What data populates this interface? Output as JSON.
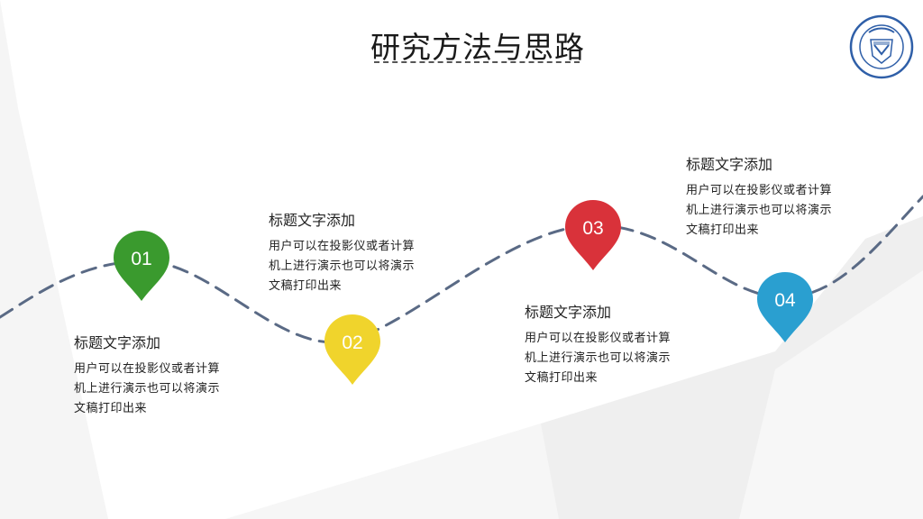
{
  "page": {
    "title": "研究方法与思路"
  },
  "logo": {
    "icon": "university-seal-icon",
    "color": "#2f5fa8"
  },
  "steps": [
    {
      "number": "01",
      "color": "#3a9a2e",
      "heading": "标题文字添加",
      "lines": [
        "用户可以在投影仪或者计算",
        "机上进行演示也可以将演示",
        "文稿打印出来"
      ]
    },
    {
      "number": "02",
      "color": "#f0d42c",
      "heading": "标题文字添加",
      "lines": [
        "用户可以在投影仪或者计算",
        "机上进行演示也可以将演示",
        "文稿打印出来"
      ]
    },
    {
      "number": "03",
      "color": "#d9323a",
      "heading": "标题文字添加",
      "lines": [
        "用户可以在投影仪或者计算",
        "机上进行演示也可以将演示",
        "文稿打印出来"
      ]
    },
    {
      "number": "04",
      "color": "#2a9fd0",
      "heading": "标题文字添加",
      "lines": [
        "用户可以在投影仪或者计算",
        "机上进行演示也可以将演示",
        "文稿打印出来"
      ]
    }
  ],
  "theme": {
    "path_color": "#5a6a85",
    "background_shape_color": "#eeeeee"
  }
}
